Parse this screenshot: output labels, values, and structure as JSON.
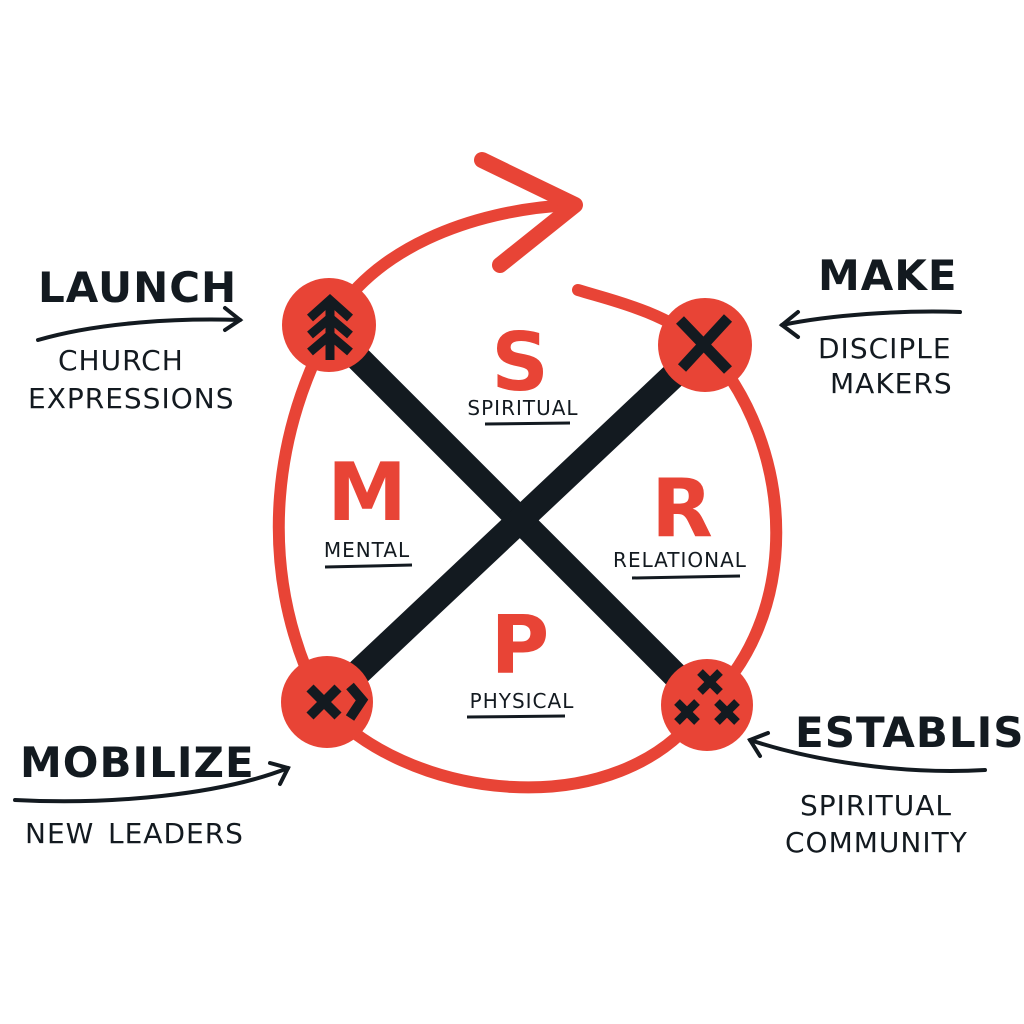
{
  "colors": {
    "accent": "#E84436",
    "ink": "#131A20",
    "background": "#FFFFFF"
  },
  "quadrants": [
    {
      "letter": "S",
      "label": "SPIRITUAL"
    },
    {
      "letter": "M",
      "label": "MENTAL"
    },
    {
      "letter": "R",
      "label": "RELATIONAL"
    },
    {
      "letter": "P",
      "label": "PHYSICAL"
    }
  ],
  "stages": [
    {
      "title": "LAUNCH",
      "line1": "CHURCH",
      "line2": "EXPRESSIONS",
      "icon": "tree-arrow-icon"
    },
    {
      "title": "MAKE",
      "line1": "DISCIPLE",
      "line2": "MAKERS",
      "icon": "cross-mark-icon"
    },
    {
      "title": "ESTABLISH",
      "line1": "SPIRITUAL",
      "line2": "COMMUNITY",
      "icon": "three-crosses-icon"
    },
    {
      "title": "MOBILIZE",
      "line1": "NEW",
      "line2": "LEADERS",
      "icon": "cross-chevron-icon"
    }
  ]
}
